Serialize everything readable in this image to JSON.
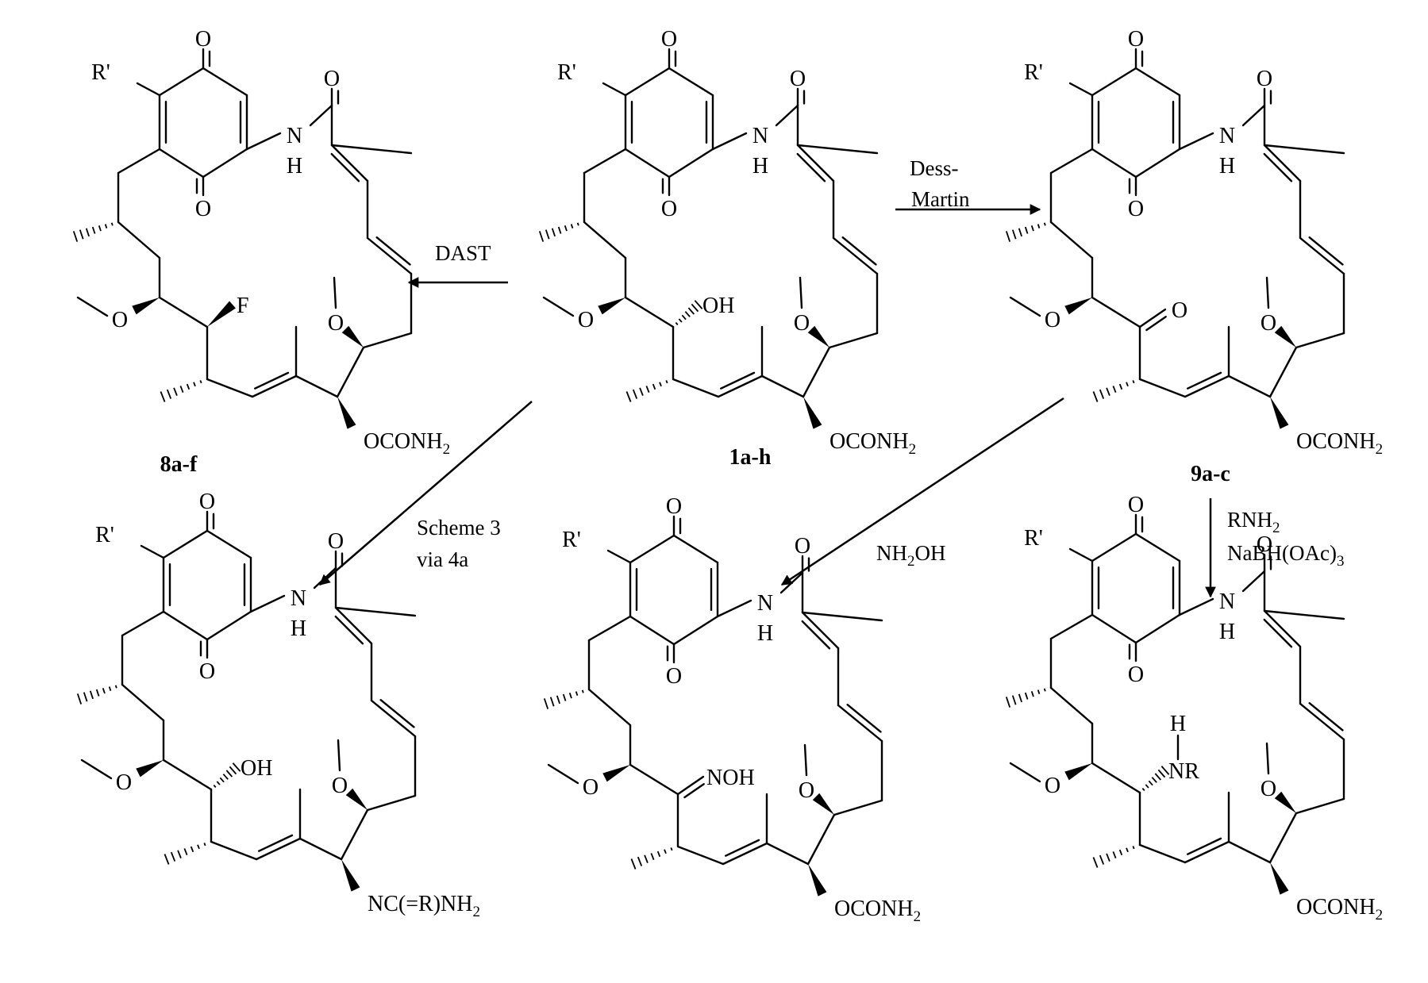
{
  "molecules": [
    {
      "id": "m1",
      "label": "1a-h",
      "r_prime": "R'",
      "c11_group": "OH",
      "c11_kind": "hash",
      "c7_group": "OCONH",
      "c7_sub": "2",
      "nh_h": "H"
    },
    {
      "id": "m8",
      "label": "8a-f",
      "r_prime": "R'",
      "c11_group": "F",
      "c11_kind": "wedge",
      "c7_group": "OCONH",
      "c7_sub": "2",
      "nh_h": "H"
    },
    {
      "id": "m9",
      "label": "9a-c",
      "r_prime": "R'",
      "c11_group": "O",
      "c11_kind": "ketone",
      "c7_group": "OCONH",
      "c7_sub": "2",
      "nh_h": "H"
    },
    {
      "id": "mB1",
      "label": "",
      "r_prime": "R'",
      "c11_group": "OH",
      "c11_kind": "hash",
      "c7_group": "NC(=R)NH",
      "c7_sub": "2",
      "nh_h": "H"
    },
    {
      "id": "mB2",
      "label": "",
      "r_prime": "R'",
      "c11_group": "NOH",
      "c11_kind": "oxime",
      "c7_group": "OCONH",
      "c7_sub": "2",
      "nh_h": "H"
    },
    {
      "id": "mB3",
      "label": "",
      "r_prime": "R'",
      "c11_group": "NR",
      "c11_kind": "amine",
      "c11_h": "H",
      "c7_group": "OCONH",
      "c7_sub": "2",
      "nh_h": "H"
    }
  ],
  "reactions": {
    "dast": {
      "line1": "DAST"
    },
    "dess_martin": {
      "line1": "Dess-",
      "line2": "Martin"
    },
    "scheme3": {
      "line1": "Scheme 3",
      "line2": "via 4a"
    },
    "hydroxylamine": {
      "line1": "NH",
      "line1_sub": "2",
      "line1_tail": "OH"
    },
    "reductive_amination": {
      "line1": "RNH",
      "line1_sub": "2",
      "line2": "NaBH(OAc)",
      "line2_sub": "3"
    }
  }
}
